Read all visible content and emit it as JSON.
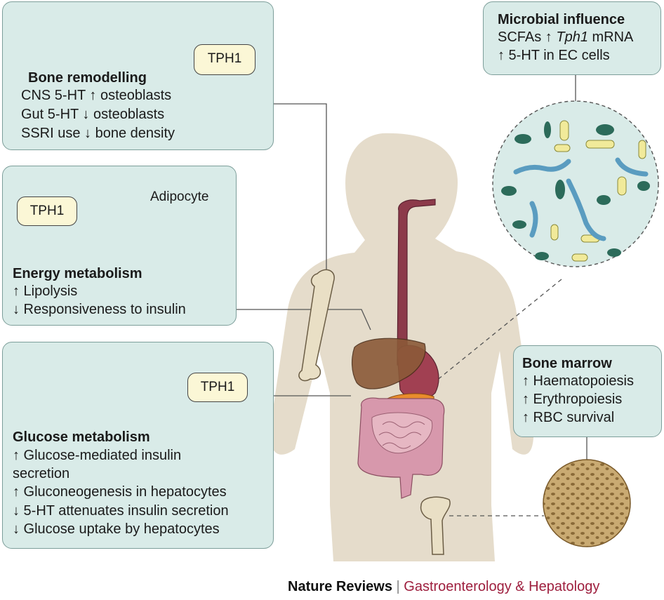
{
  "bone_remodelling": {
    "tag": "TPH1",
    "title": "Bone remodelling",
    "lines": [
      "CNS 5-HT ↑ osteoblasts",
      "Gut 5-HT ↓ osteoblasts",
      "SSRI use ↓ bone density"
    ]
  },
  "energy_metabolism": {
    "tag": "TPH1",
    "adipocyte_label": "Adipocyte",
    "title": "Energy metabolism",
    "lines": [
      "↑ Lipolysis",
      "↓ Responsiveness to insulin"
    ]
  },
  "glucose_metabolism": {
    "tag": "TPH1",
    "title": "Glucose metabolism",
    "lines": [
      "↑ Glucose-mediated insulin",
      "secretion",
      "↑ Gluconeogenesis in hepatocytes",
      "↓ 5-HT attenuates insulin secretion",
      "↓ Glucose uptake by hepatocytes"
    ]
  },
  "microbial_influence": {
    "title": "Microbial influence",
    "line1_prefix": "SCFAs ↑ ",
    "line1_gene": "Tph1",
    "line1_suffix": " mRNA",
    "line2": "↑ 5-HT in EC cells"
  },
  "bone_marrow": {
    "title": "Bone marrow",
    "lines": [
      "↑ Haematopoiesis",
      "↑ Erythropoiesis",
      "↑ RBC survival"
    ]
  },
  "credit": {
    "journal": "Nature Reviews",
    "separator": " | ",
    "subtitle": "Gastroenterology & Hepatology"
  },
  "colors": {
    "panel": "#d9ebe8",
    "panel_border": "#7d9e9a",
    "silhouette": "#e5dccb",
    "tag": "#fbf7d6",
    "accent": "#9e1f3e"
  }
}
